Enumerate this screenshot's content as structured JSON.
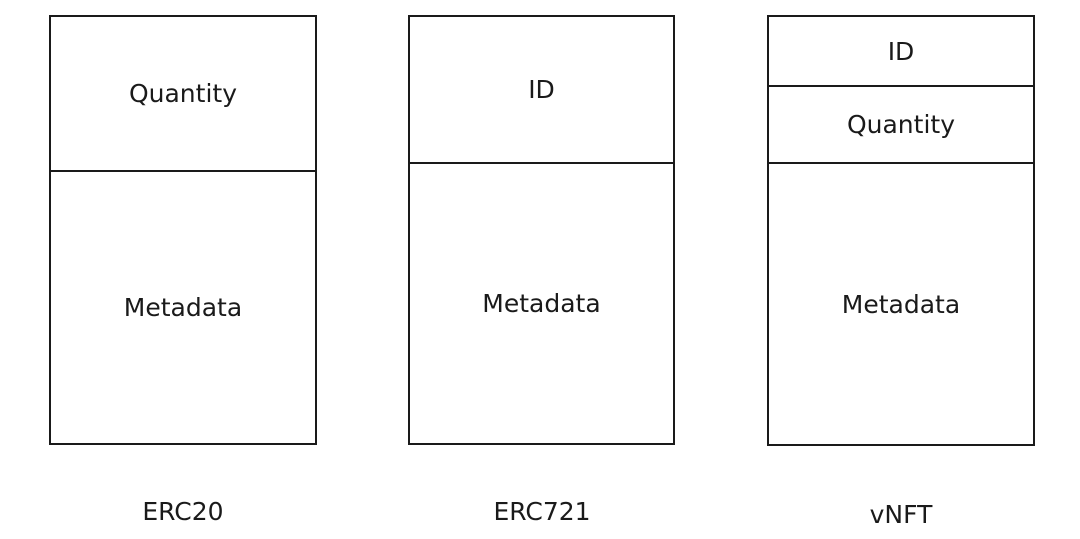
{
  "columns": [
    {
      "caption": "ERC20",
      "fields": [
        "Quantity",
        "Metadata"
      ]
    },
    {
      "caption": "ERC721",
      "fields": [
        "ID",
        "Metadata"
      ]
    },
    {
      "caption": "vNFT",
      "fields": [
        "ID",
        "Quantity",
        "Metadata"
      ]
    }
  ]
}
